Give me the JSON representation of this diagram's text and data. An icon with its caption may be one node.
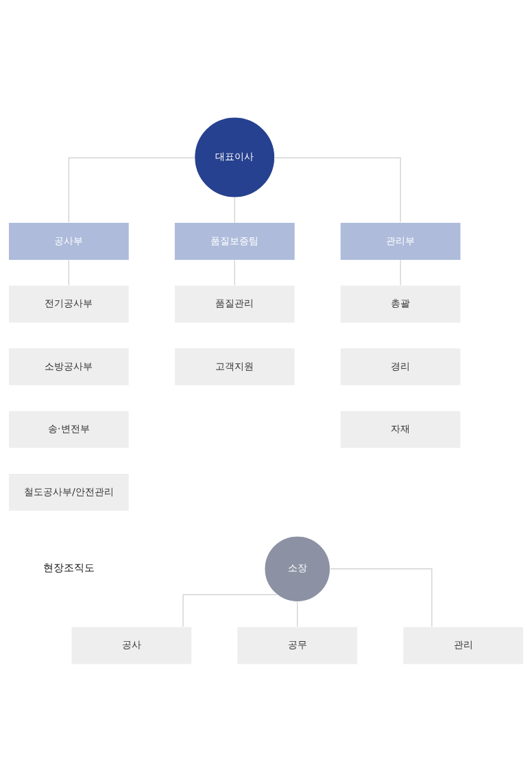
{
  "diagram": {
    "nodes": [
      {
        "text": [
          "대표이사"
        ]
      },
      {
        "text": [
          "공사부"
        ]
      },
      {
        "text": [
          "품질보증팀"
        ]
      },
      {
        "text": [
          "관리부"
        ]
      },
      {
        "text": [
          "전기공사부"
        ]
      },
      {
        "text": [
          "소방공사부"
        ]
      },
      {
        "text": [
          "송·변전부"
        ]
      },
      {
        "text": [
          "철도공사부/안전관리"
        ]
      },
      {
        "text": [
          "품질관리"
        ]
      },
      {
        "text": [
          "고객지원"
        ]
      },
      {
        "text": [
          "총괄"
        ]
      },
      {
        "text": [
          "경리"
        ]
      },
      {
        "text": [
          "자재"
        ]
      },
      {
        "text": [
          "소장"
        ]
      },
      {
        "text": [
          "공사"
        ]
      },
      {
        "text": [
          "공무"
        ]
      },
      {
        "text": [
          "관리"
        ]
      }
    ],
    "edges": [
      {
        "from": 0,
        "to": 1,
        "arrow": "none"
      },
      {
        "from": 0,
        "to": 2,
        "arrow": "none"
      },
      {
        "from": 0,
        "to": 3,
        "arrow": "none"
      },
      {
        "from": 1,
        "to": 4,
        "arrow": "none"
      },
      {
        "from": 2,
        "to": 8,
        "arrow": "none"
      },
      {
        "from": 3,
        "to": 10,
        "arrow": "none"
      },
      {
        "from": 13,
        "to": 14,
        "arrow": "none"
      },
      {
        "from": 13,
        "to": 15,
        "arrow": "none"
      },
      {
        "from": 13,
        "to": 16,
        "arrow": "none"
      }
    ],
    "labels": [
      "현장조직도"
    ]
  }
}
